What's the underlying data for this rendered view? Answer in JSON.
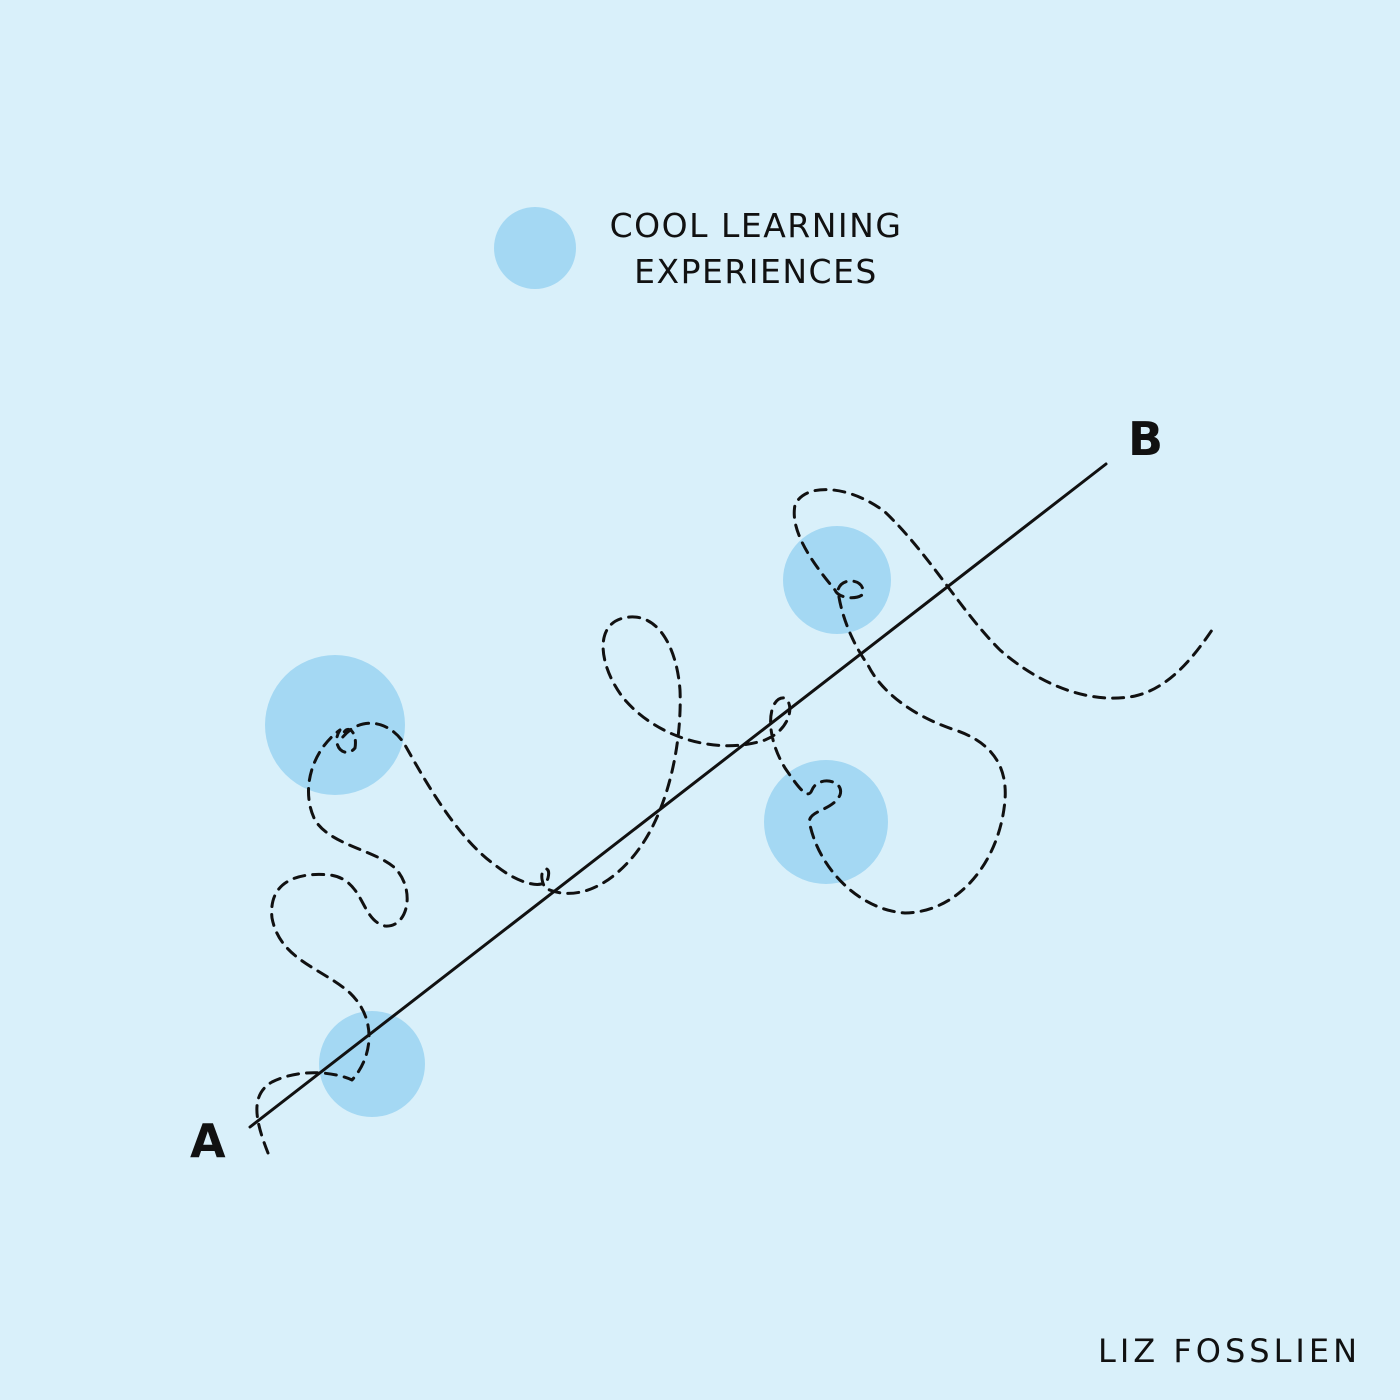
{
  "legend": {
    "line1": "COOL LEARNING",
    "line2": "EXPERIENCES"
  },
  "points": {
    "start": "A",
    "end": "B"
  },
  "signature": "LIZ FOSSLIEN",
  "colors": {
    "background": "#d9f0fa",
    "bubble": "#a4d8f3",
    "ink": "#111111"
  }
}
